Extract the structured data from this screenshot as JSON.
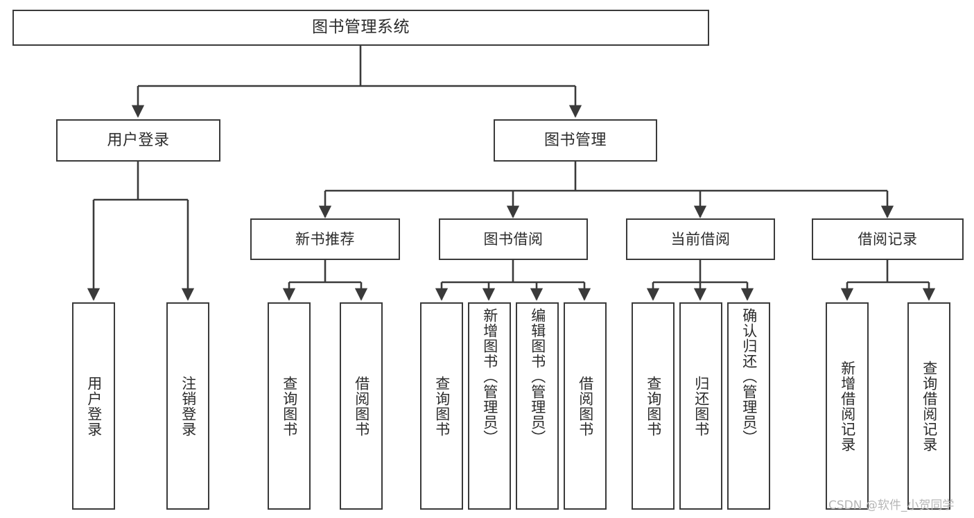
{
  "diagram": {
    "type": "tree-hierarchy",
    "stroke_color": "#3a3a3a",
    "fill_color": "#ffffff",
    "text_color": "#2b2b2b",
    "root": {
      "id": "root",
      "label": "图书管理系统"
    },
    "level1": [
      {
        "id": "user-login",
        "label": "用户登录"
      },
      {
        "id": "book-manage",
        "label": "图书管理"
      }
    ],
    "level2": [
      {
        "id": "new-book-recommend",
        "label": "新书推荐",
        "parent": "book-manage"
      },
      {
        "id": "book-borrow",
        "label": "图书借阅",
        "parent": "book-manage"
      },
      {
        "id": "current-borrow",
        "label": "当前借阅",
        "parent": "book-manage"
      },
      {
        "id": "borrow-record",
        "label": "借阅记录",
        "parent": "book-manage"
      }
    ],
    "leaves": [
      {
        "id": "leaf-user-login",
        "label": "用户登录",
        "parent": "user-login"
      },
      {
        "id": "leaf-logout-login",
        "label": "注销登录",
        "parent": "user-login"
      },
      {
        "id": "leaf-query-book-1",
        "label": "查询图书",
        "parent": "new-book-recommend"
      },
      {
        "id": "leaf-borrow-book-1",
        "label": "借阅图书",
        "parent": "new-book-recommend"
      },
      {
        "id": "leaf-query-book-2",
        "label": "查询图书",
        "parent": "book-borrow"
      },
      {
        "id": "leaf-add-book",
        "label": "新增图书（管理员）",
        "parent": "book-borrow"
      },
      {
        "id": "leaf-edit-book",
        "label": "编辑图书（管理员）",
        "parent": "book-borrow"
      },
      {
        "id": "leaf-borrow-book-2",
        "label": "借阅图书",
        "parent": "book-borrow"
      },
      {
        "id": "leaf-query-book-3",
        "label": "查询图书",
        "parent": "current-borrow"
      },
      {
        "id": "leaf-return-book",
        "label": "归还图书",
        "parent": "current-borrow"
      },
      {
        "id": "leaf-confirm-return",
        "label": "确认归还（管理员）",
        "parent": "current-borrow"
      },
      {
        "id": "leaf-add-record",
        "label": "新增借阅记录",
        "parent": "borrow-record"
      },
      {
        "id": "leaf-query-record",
        "label": "查询借阅记录",
        "parent": "borrow-record"
      }
    ]
  },
  "watermark": {
    "text": "CSDN @软件_小贺同学"
  }
}
